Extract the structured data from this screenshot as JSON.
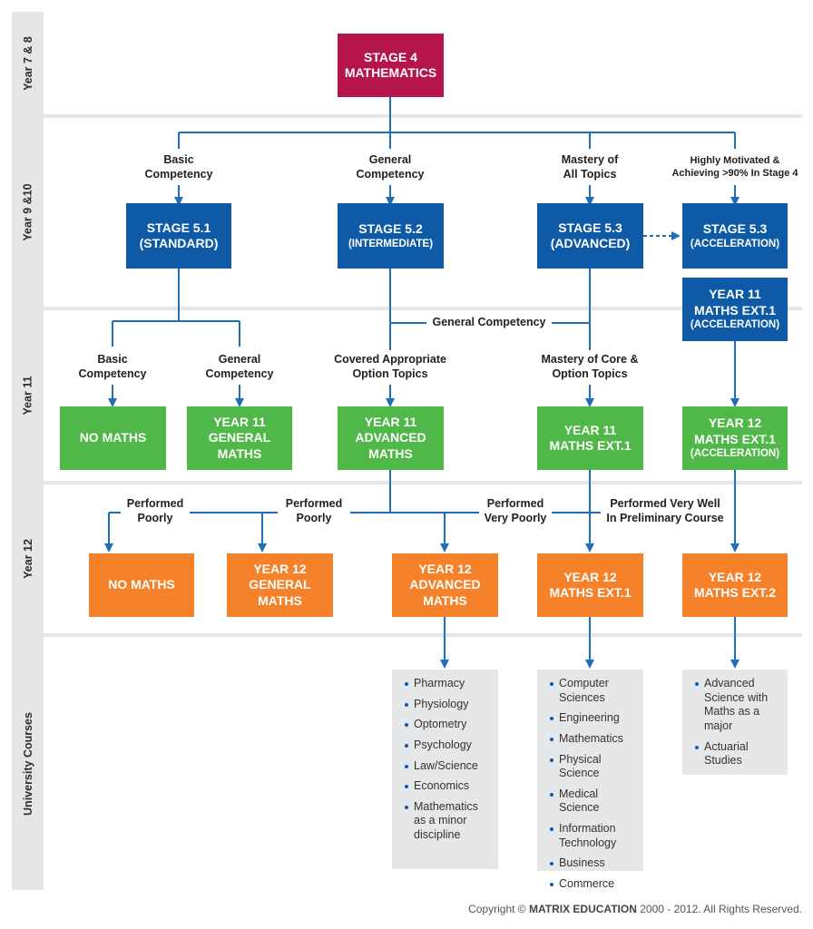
{
  "rows": {
    "year78": "Year 7 & 8",
    "year910": "Year 9 &10",
    "year11": "Year 11",
    "year12": "Year 12",
    "university": "University Courses"
  },
  "boxes": {
    "stage4": [
      "STAGE 4",
      "MATHEMATICS"
    ],
    "stage51": [
      "STAGE 5.1",
      "(STANDARD)"
    ],
    "stage52": [
      "STAGE 5.2",
      "(INTERMEDIATE)"
    ],
    "stage53": [
      "STAGE 5.3",
      "(ADVANCED)"
    ],
    "stage53acc": [
      "STAGE 5.3",
      "(ACCELERATION)"
    ],
    "y11ext1acc": [
      "YEAR 11",
      "MATHS EXT.1",
      "(ACCELERATION)"
    ],
    "nomaths11": [
      "NO MATHS"
    ],
    "y11general": [
      "YEAR 11",
      "GENERAL",
      "MATHS"
    ],
    "y11advanced": [
      "YEAR 11",
      "ADVANCED",
      "MATHS"
    ],
    "y11ext1": [
      "YEAR 11",
      "MATHS EXT.1"
    ],
    "y12ext1acc": [
      "YEAR 12",
      "MATHS EXT.1",
      "(ACCELERATION)"
    ],
    "nomaths12": [
      "NO MATHS"
    ],
    "y12general": [
      "YEAR 12",
      "GENERAL",
      "MATHS"
    ],
    "y12advanced": [
      "YEAR 12",
      "ADVANCED",
      "MATHS"
    ],
    "y12ext1": [
      "YEAR 12",
      "MATHS EXT.1"
    ],
    "y12ext2": [
      "YEAR 12",
      "MATHS EXT.2"
    ]
  },
  "labels": {
    "basic910": [
      "Basic",
      "Competency"
    ],
    "general910": [
      "General",
      "Competency"
    ],
    "mastery910": [
      "Mastery of",
      "All Topics"
    ],
    "highly910": [
      "Highly Motivated &",
      "Achieving >90% In Stage 4"
    ],
    "general_mid": [
      "General Competency"
    ],
    "basic11": [
      "Basic",
      "Competency"
    ],
    "general11": [
      "General",
      "Competency"
    ],
    "covered11": [
      "Covered Appropriate",
      "Option Topics"
    ],
    "masterycore11": [
      "Mastery of Core &",
      "Option Topics"
    ],
    "poorly1": [
      "Performed",
      "Poorly"
    ],
    "poorly2": [
      "Performed",
      "Poorly"
    ],
    "verypoorly": [
      "Performed",
      "Very Poorly"
    ],
    "verywell": [
      "Performed Very Well",
      "In Preliminary Course"
    ]
  },
  "courses": {
    "advanced": [
      "Pharmacy",
      "Physiology",
      "Optometry",
      "Psychology",
      "Law/Science",
      "Economics",
      "Mathematics as a minor discipline"
    ],
    "ext1": [
      "Computer Sciences",
      "Engineering",
      "Mathematics",
      "Physical Science",
      "Medical Science",
      "Information Technology",
      "Business",
      "Commerce"
    ],
    "ext2": [
      "Advanced Science with Maths as a major",
      "Actuarial Studies"
    ]
  },
  "copyright": {
    "prefix": "Copyright ©",
    "brand": "MATRIX EDUCATION",
    "suffix": "2000 - 2012. All Rights Reserved."
  },
  "colors": {
    "stage4": "#b5154b",
    "stage5": "#0f5aa6",
    "year11": "#4fb848",
    "year12": "#f5822a",
    "connector": "#1d6fb8",
    "background": "#e5e6e8"
  }
}
